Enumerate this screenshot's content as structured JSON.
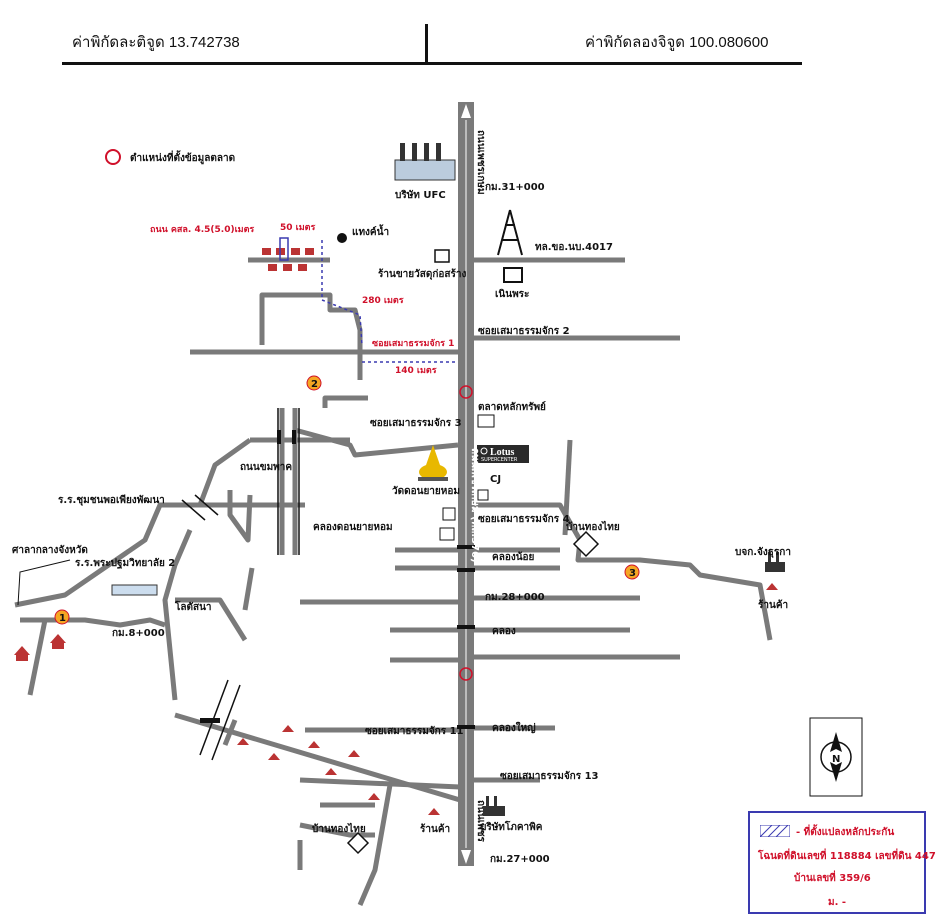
{
  "header": {
    "latitude": "ค่าพิกัดละติจูด 13.742738",
    "longitude": "ค่าพิกัดลองจิจูด 100.080600"
  },
  "legend": {
    "market_location": "ตำแหน่งที่ตั้งข้อมูลตลาด",
    "parcel_symbol_text": "- ที่ตั้งแปลงหลักประกัน",
    "deed": "โฉนดที่ดินเลขที่ 118884 เลขที่ดิน 447",
    "house_no": "บ้านเลขที่ 359/6",
    "moo": "ม. -"
  },
  "labels": {
    "ufc": "บริษัท UFC",
    "km31": "กม.31+000",
    "main_road_top": "ถนนเพชรเกษม",
    "tower": "ทล.ขอ.นบ.4017",
    "water_tank": "แทงค์น้ำ",
    "road_width": "ถนน คสล. 4.5(5.0)เมตร",
    "dist_50": "50 เมตร",
    "construction_shop": "ร้านขายวัสดุก่อสร้าง",
    "noen_phra": "เนินพระ",
    "dist_280": "280 เมตร",
    "soi1": "ซอยเสมาธรรมจักร 1",
    "soi2": "ซอยเสมาธรรมจักร 2",
    "dist_140": "140 เมตร",
    "market_lak_sap": "ตลาดหลักทรัพย์",
    "soi3": "ซอยเสมาธรรมจักร 3",
    "lotus": "Lotus",
    "lotus_sub": "SUPERCENTER",
    "cj": "CJ",
    "wat": "วัดดอนยายหอม",
    "main_road_mid": "ถนนเพชรเกษม (ทล.376)",
    "soi4": "ซอยเสมาธรรมจักร 4",
    "ban_thongthai_right": "บ้านทองไทย",
    "tha_phraya": "ถนนขมพาค",
    "school": "ร.ร.ชุมชนพอเพียงพัฒนา",
    "khlong_don_yai_hom": "คลองดอนยายหอม",
    "khlong_noi": "คลองน้อย",
    "company_right": "บจก.จังธุรกา",
    "shop_right": "ร้านค้า",
    "court": "ศาลากลางจังหวัด",
    "school2": "ร.ร.พระปฐมวิทยาลัย 2",
    "lotus_small": "โลตัสนา",
    "km28": "กม.28+000",
    "km8": "กม.8+000",
    "khlong_mid": "คลอง",
    "soi11": "ซอยเสมาธรรมจักร 11",
    "khlong_yai": "คลองใหญ่",
    "soi13": "ซอยเสมาธรรมจักร 13",
    "main_road_bottom": "ถนนเพชร",
    "ban_thongthai_bottom": "บ้านทองไทย",
    "shop_bottom": "ร้านค้า",
    "company_bottom": "บริษัทโภคาพิค",
    "km27": "กม.27+000",
    "market_pin_1": "1",
    "market_pin_2": "2",
    "market_pin_3": "3",
    "compass_n": "N"
  },
  "colors": {
    "road": "#7a7a7a",
    "red": "#d0102a",
    "blue": "#3a3ab0",
    "pin": "#f5a623"
  }
}
